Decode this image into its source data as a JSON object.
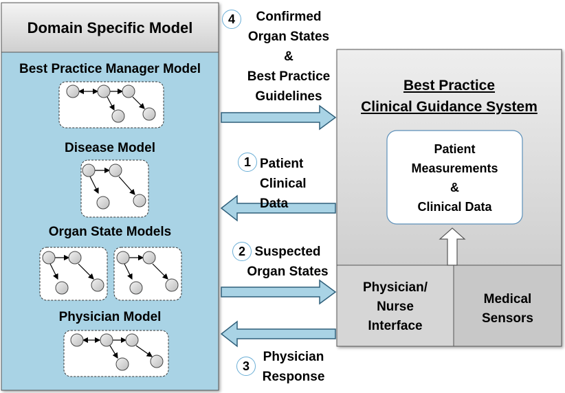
{
  "domain_model": {
    "title": "Domain Specific Model",
    "sections": [
      {
        "label": "Best Practice Manager Model"
      },
      {
        "label": "Disease Model"
      },
      {
        "label": "Organ State Models"
      },
      {
        "label": "Physician Model"
      }
    ]
  },
  "guidance_system": {
    "title_line1": "Best Practice",
    "title_line2": "Clinical Guidance System",
    "data_box": "Patient\nMeasurements\n&\nClinical Data",
    "interface": "Physician/\nNurse\nInterface",
    "sensors": "Medical\nSensors"
  },
  "steps": [
    {
      "number": "4",
      "text": "Confirmed\nOrgan States\n&\nBest Practice\nGuidelines"
    },
    {
      "number": "1",
      "text": "Patient\nClinical Data"
    },
    {
      "number": "2",
      "text": "Suspected\nOrgan States"
    },
    {
      "number": "3",
      "text": "Physician\nResponse"
    }
  ],
  "colors": {
    "model_fill": "#a9d3e5",
    "header_fill": "#dcdcdc",
    "system_fill": "#d6d6d6",
    "sensor_fill": "#c8c8c8",
    "arrow_fill": "#a9d3e5",
    "arrow_stroke": "#2f5f7a",
    "node_fill": "#d0d0d0"
  }
}
